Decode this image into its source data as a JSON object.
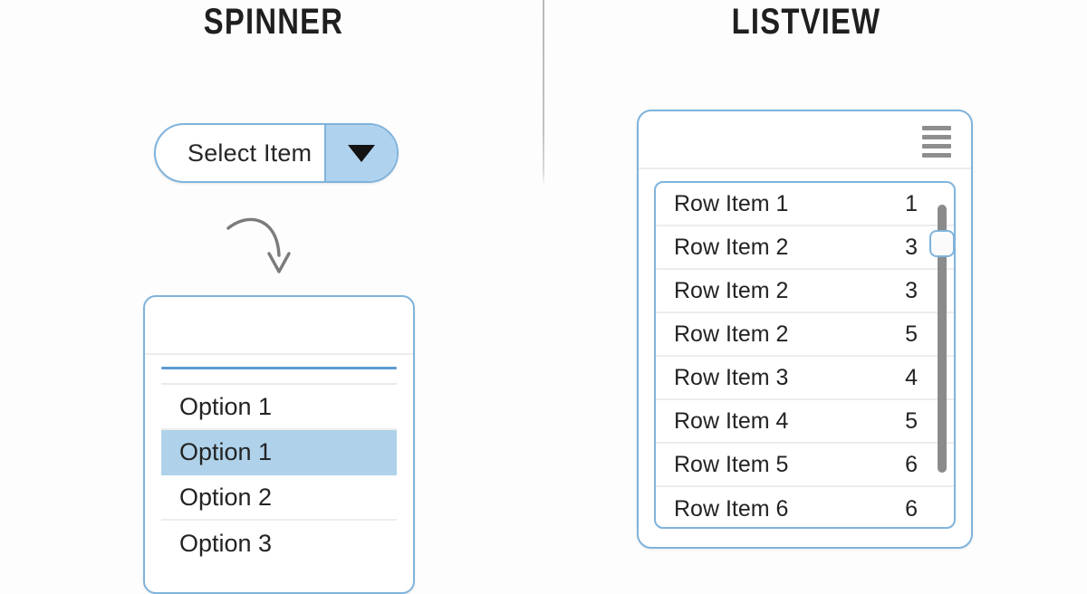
{
  "background_color": "#fdfdfd",
  "accent_blue": "#7fb3dc",
  "highlight_blue": "#afd2ea",
  "panels": {
    "spinner": {
      "title": "SPINNER",
      "select": {
        "label": "Select Item",
        "arrow_icon": "caret-down-icon"
      },
      "arrow_annotation": "curved-arrow-icon",
      "dropdown": {
        "options": [
          {
            "label": "Option 1",
            "selected": false
          },
          {
            "label": "Option 1",
            "selected": true
          },
          {
            "label": "Option 2",
            "selected": false
          },
          {
            "label": "Option 3",
            "selected": false
          }
        ]
      }
    },
    "listview": {
      "title": "LISTVIEW",
      "toolbar": {
        "menu_icon": "hamburger-menu-icon"
      },
      "rows": [
        {
          "label": "Row Item 1",
          "value": "1"
        },
        {
          "label": "Row Item 2",
          "value": "3"
        },
        {
          "label": "Row Item 2",
          "value": "3"
        },
        {
          "label": "Row Item 2",
          "value": "5"
        },
        {
          "label": "Row Item 3",
          "value": "4"
        },
        {
          "label": "Row Item 4",
          "value": "5"
        },
        {
          "label": "Row Item 5",
          "value": "6"
        },
        {
          "label": "Row Item 6",
          "value": "6"
        }
      ],
      "scrollbar": {
        "name": "vertical-scrollbar",
        "thumb_name": "scrollbar-thumb"
      }
    }
  }
}
